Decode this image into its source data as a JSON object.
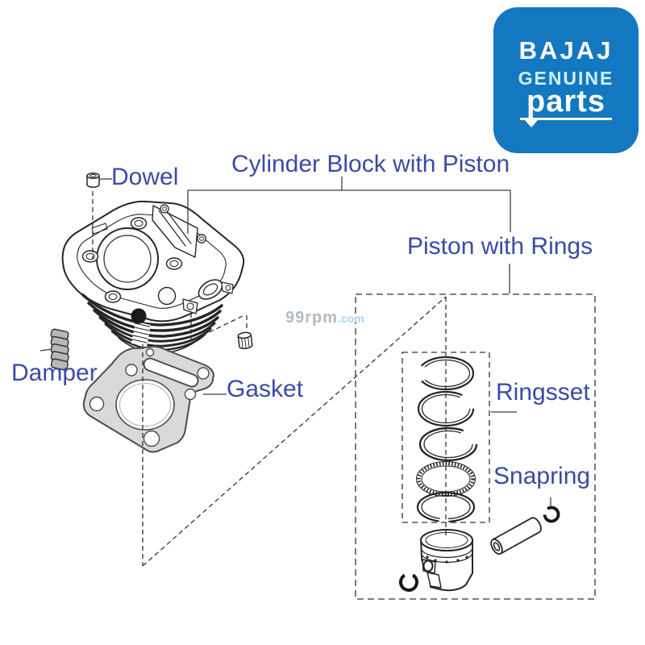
{
  "logo": {
    "brand": "BAJAJ",
    "genuine": "GENUINE",
    "parts": "parts"
  },
  "labels": {
    "dowel": "Dowel",
    "cylinder_block": "Cylinder Block with Piston",
    "piston_with_rings": "Piston with Rings",
    "damper": "Damper",
    "gasket": "Gasket",
    "ringsset": "Ringsset",
    "snapring": "Snapring"
  },
  "watermark": {
    "name": "99rpm",
    "tld": ".com"
  },
  "colors": {
    "label_text": "#3b4aa6",
    "logo_background": "#1478c0",
    "logo_genuine_text": "#cfeffe",
    "line_art": "#262626",
    "gasket_fill": "#d9d9d9",
    "damper_fill": "#b8b8b8",
    "watermark_name": "#b3bac2",
    "watermark_tld": "#a6d4f2"
  }
}
